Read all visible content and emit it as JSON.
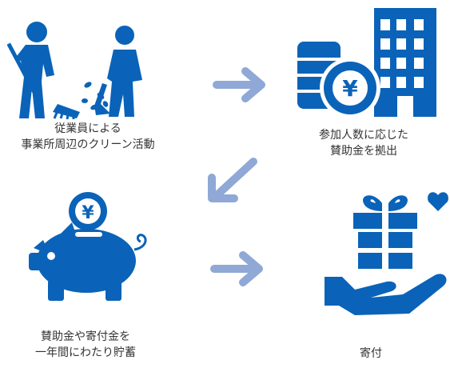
{
  "colors": {
    "primary": "#0a63b8",
    "arrow": "#8fa8d6",
    "text": "#333333"
  },
  "steps": [
    {
      "icon": "cleaning-workers-icon",
      "lines": [
        "従業員による",
        "事業所周辺のクリーン活動"
      ]
    },
    {
      "icon": "coins-building-icon",
      "lines": [
        "参加人数に応じた",
        "賛助金を拠出"
      ]
    },
    {
      "icon": "piggy-bank-icon",
      "lines": [
        "賛助金や寄付金を",
        "一年間にわたり貯蓄"
      ]
    },
    {
      "icon": "gift-hand-icon",
      "lines": [
        "寄付"
      ]
    }
  ],
  "yen_symbol": "¥",
  "arrows": [
    "arrow-right-icon",
    "arrow-down-left-icon",
    "arrow-right-icon"
  ]
}
